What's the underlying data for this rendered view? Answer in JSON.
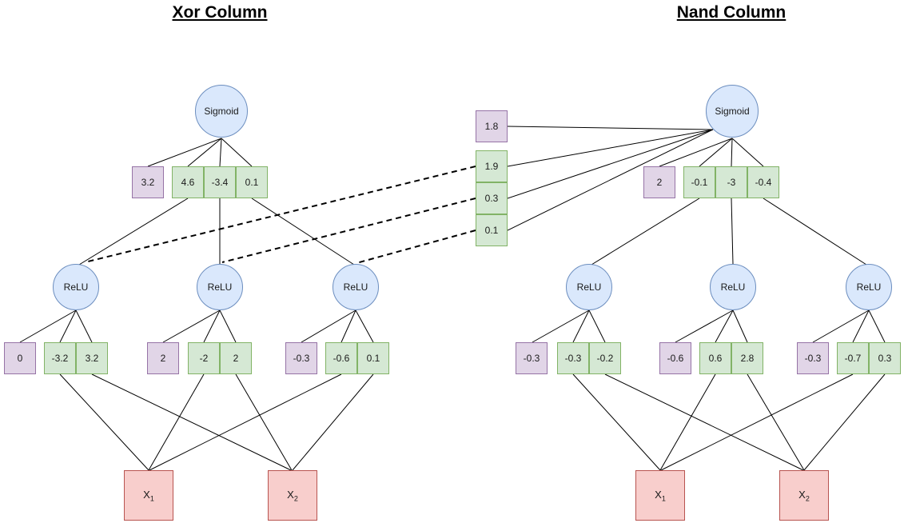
{
  "titles": {
    "xor": "Xor Column",
    "nand": "Nand Column"
  },
  "xor": {
    "output": {
      "activation": "Sigmoid",
      "bias": "3.2",
      "weights": [
        "4.6",
        "-3.4",
        "0.1"
      ]
    },
    "hidden": [
      {
        "activation": "ReLU",
        "bias": "0",
        "weights": [
          "-3.2",
          "3.2"
        ]
      },
      {
        "activation": "ReLU",
        "bias": "2",
        "weights": [
          "-2",
          "2"
        ]
      },
      {
        "activation": "ReLU",
        "bias": "-0.3",
        "weights": [
          "-0.6",
          "0.1"
        ]
      }
    ],
    "inputs": [
      {
        "label": "X",
        "sub": "1"
      },
      {
        "label": "X",
        "sub": "2"
      }
    ]
  },
  "shared": {
    "bias": "1.8",
    "weights": [
      "1.9",
      "0.3",
      "0.1"
    ]
  },
  "nand": {
    "output": {
      "activation": "Sigmoid",
      "bias": "2",
      "weights": [
        "-0.1",
        "-3",
        "-0.4"
      ]
    },
    "hidden": [
      {
        "activation": "ReLU",
        "bias": "-0.3",
        "weights": [
          "-0.3",
          "-0.2"
        ]
      },
      {
        "activation": "ReLU",
        "bias": "-0.6",
        "weights": [
          "0.6",
          "2.8"
        ]
      },
      {
        "activation": "ReLU",
        "bias": "-0.3",
        "weights": [
          "-0.7",
          "0.3"
        ]
      }
    ],
    "inputs": [
      {
        "label": "X",
        "sub": "1"
      },
      {
        "label": "X",
        "sub": "2"
      }
    ]
  },
  "colors": {
    "bias_fill": "#E1D5E7",
    "bias_stroke": "#9673A6",
    "weight_fill": "#D5E8D4",
    "weight_stroke": "#82B366",
    "node_fill": "#DAE8FC",
    "node_stroke": "#6C8EBF",
    "input_fill": "#F8CECC",
    "input_stroke": "#B85450",
    "edge": "#000000"
  }
}
